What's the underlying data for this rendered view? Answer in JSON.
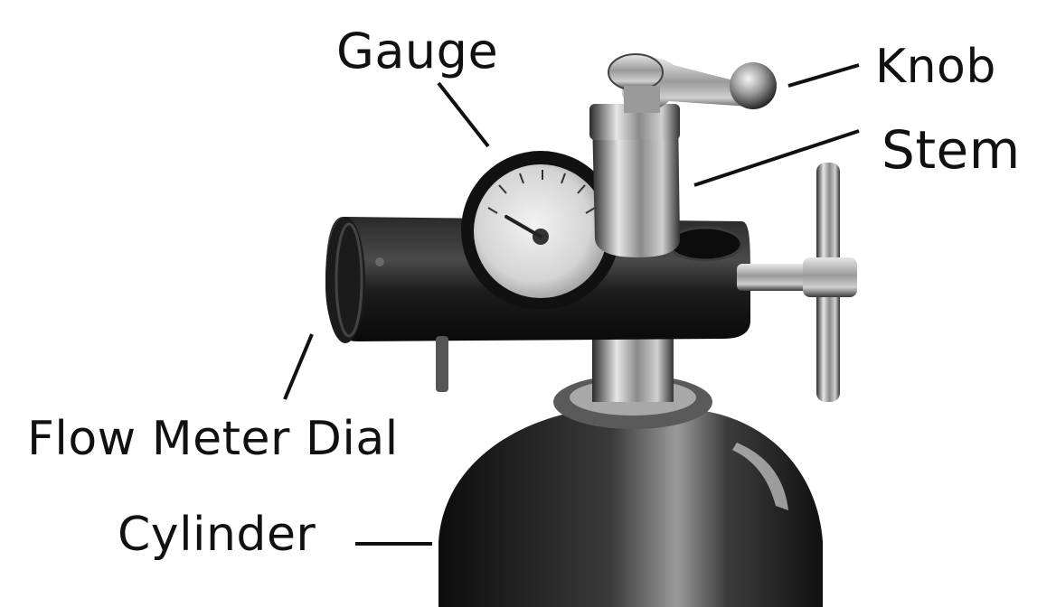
{
  "labels": {
    "gauge": "Gauge",
    "knob": "Knob",
    "stem": "Stem",
    "flow_meter_dial": "Flow Meter Dial",
    "cylinder": "Cylinder"
  },
  "colors": {
    "ink": "#111111",
    "metal_dark": "#1a1a1a",
    "metal_mid": "#6e6e6e",
    "metal_light": "#d8d8d8",
    "background": "#ffffff"
  }
}
